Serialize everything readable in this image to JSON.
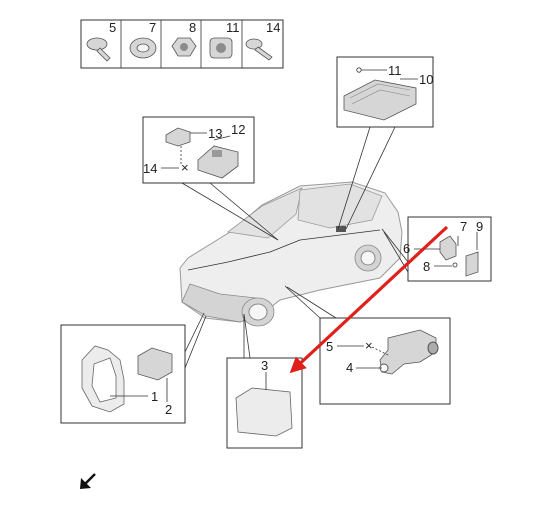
{
  "fastener_strip": {
    "callouts": [
      "5",
      "7",
      "8",
      "11",
      "14"
    ],
    "icons": [
      "screw-fastener-icon",
      "grommet-icon",
      "nut-icon",
      "clip-nut-icon",
      "bolt-icon"
    ]
  },
  "panels": {
    "roof_module": {
      "callouts": [
        "11",
        "10"
      ]
    },
    "windshield_camera": {
      "callouts": [
        "13",
        "12",
        "14"
      ]
    },
    "rear_bumper_sensor": {
      "callouts": [
        "6",
        "7",
        "9",
        "8"
      ]
    },
    "front_bracket_module": {
      "callouts": [
        "1",
        "2"
      ]
    },
    "center_module": {
      "callouts": [
        "3"
      ]
    },
    "radar_bracket": {
      "callouts": [
        "5",
        "4"
      ]
    }
  },
  "colors": {
    "pointer_arrow": "#e0201b",
    "outline": "#333333",
    "part_fill": "#d6d6d6"
  },
  "icons": {
    "corner_arrow": "arrow-down-left-icon"
  }
}
